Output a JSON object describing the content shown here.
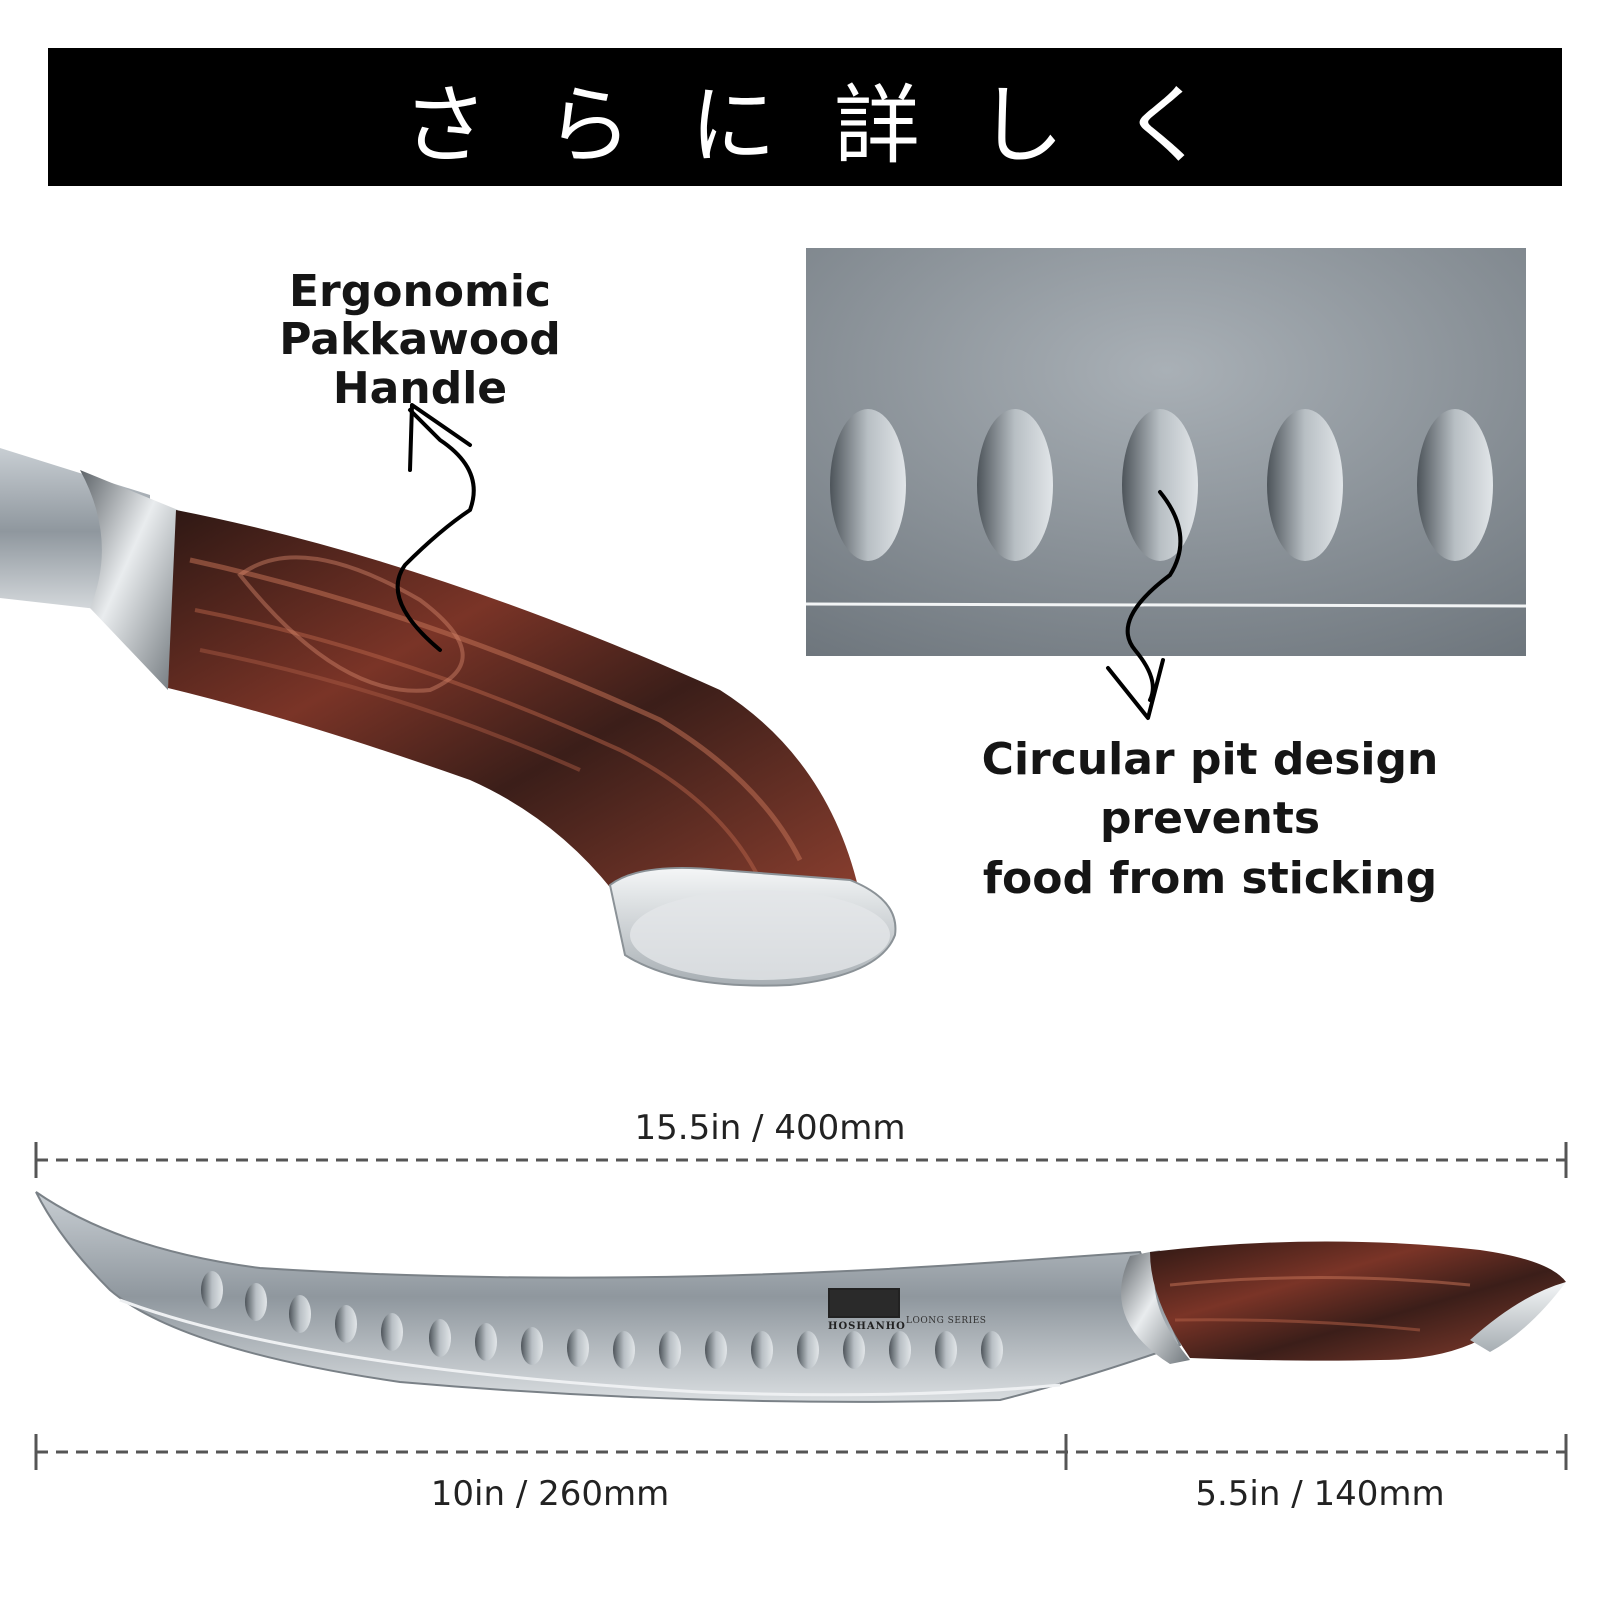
{
  "banner": {
    "title": "さらに詳しく"
  },
  "callouts": {
    "handle": [
      "Ergonomic Pakkawood",
      "Handle"
    ],
    "pits": [
      "Circular pit design prevents",
      "food from sticking"
    ]
  },
  "brand": {
    "logo_text": "HOSHANHO",
    "series": "LOONG SERIES"
  },
  "dimensions": {
    "total": "15.5in / 400mm",
    "blade": "10in / 260mm",
    "handle": "5.5in / 140mm"
  },
  "colors": {
    "banner": "#000000",
    "wood_dark": "#3a1f1a",
    "wood_red": "#8a3a2c",
    "steel": "#9aa3aa"
  }
}
